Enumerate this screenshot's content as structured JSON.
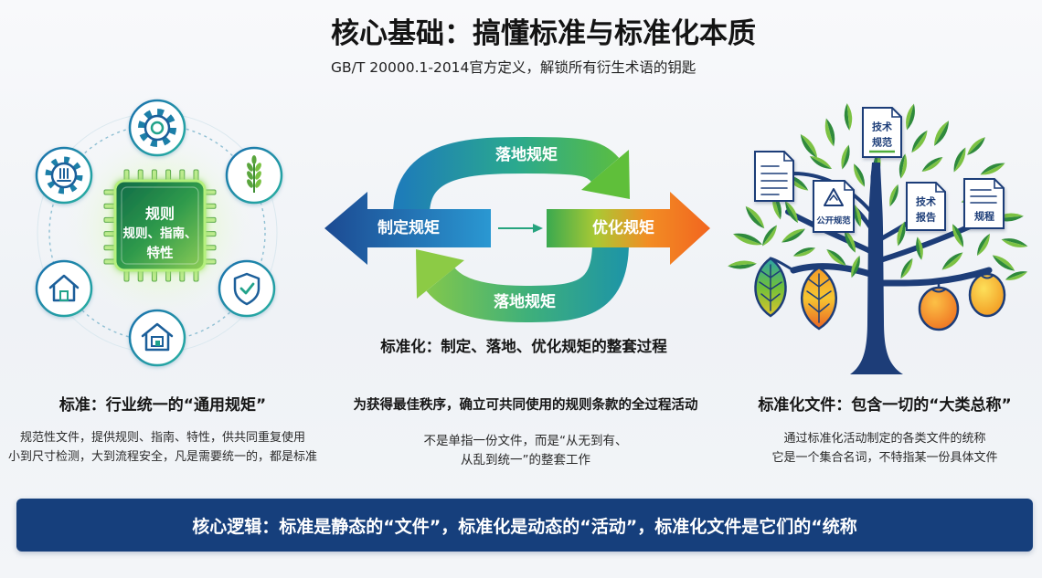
{
  "header": {
    "title": "核心基础：搞懂标准与标准化本质",
    "subtitle": "GB/T 20000.1-2014官方定义，解锁所有衍生术语的钥匙"
  },
  "standard": {
    "chip_lines": [
      "规则",
      "规则、指南、",
      "特性"
    ],
    "icons": [
      "gear-icon",
      "gauge-gear-icon",
      "wheat-icon",
      "house-icon",
      "house-window-icon",
      "shield-check-icon",
      "chip-icon"
    ],
    "heading": "标准：行业统一的“通用规矩”",
    "body": [
      "规范性文件，提供规则、指南、特性，供共同重复使用",
      "小到尺寸检测，大到流程安全，凡是需要统一的，都是标准"
    ]
  },
  "standardization": {
    "cycle": {
      "top": "落地规矩",
      "left": "制定规矩",
      "right": "优化规矩",
      "bottom": "落地规矩"
    },
    "caption": "标准化：制定、落地、优化规矩的整套过程",
    "heading": "为获得最佳秩序，确立可共同使用的规则条款的全过程活动",
    "body": [
      "不是单指一份文件，而是“从无到有、",
      "从乱到统一”的整套工作"
    ]
  },
  "standardization_documents": {
    "docs": {
      "technical_specification": [
        "技术",
        "规范"
      ],
      "public_specification": "公开规范",
      "technical_report": [
        "技术",
        "报告"
      ],
      "procedure": "规程"
    },
    "icons": [
      "tree-icon",
      "document-icon",
      "fruit-icon",
      "leaf-icon"
    ],
    "heading": "标准化文件：包含一切的“大类总称”",
    "body": [
      "通过标准化活动制定的各类文件的统称",
      "它是一个集合名词，不特指某一份具体文件"
    ]
  },
  "banner": {
    "text": "核心逻辑：标准是静态的“文件”，标准化是动态的“活动”，标准化文件是它们的“统称"
  },
  "colors": {
    "banner": "#163f7c",
    "chip": "#2f9a4c",
    "arrow_blue": "#1f63a8",
    "arrow_orange": "#f07a22",
    "trunk": "#1d3d78",
    "leaf_dark": "#2f8a3c",
    "leaf_light": "#7cc243"
  }
}
